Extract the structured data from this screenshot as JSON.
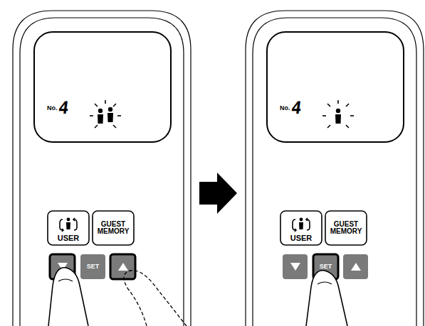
{
  "diagram": {
    "nodes": [
      {
        "text": [
          "USER"
        ]
      },
      {
        "text": [
          "GUEST MEMORY"
        ]
      },
      {
        "text": [
          "SET"
        ]
      },
      {
        "text": [
          "USER"
        ]
      },
      {
        "text": [
          "GUEST MEMORY"
        ]
      },
      {
        "text": [
          "SET"
        ]
      }
    ],
    "labels": [
      "No.",
      "4",
      "No.",
      "4"
    ]
  }
}
